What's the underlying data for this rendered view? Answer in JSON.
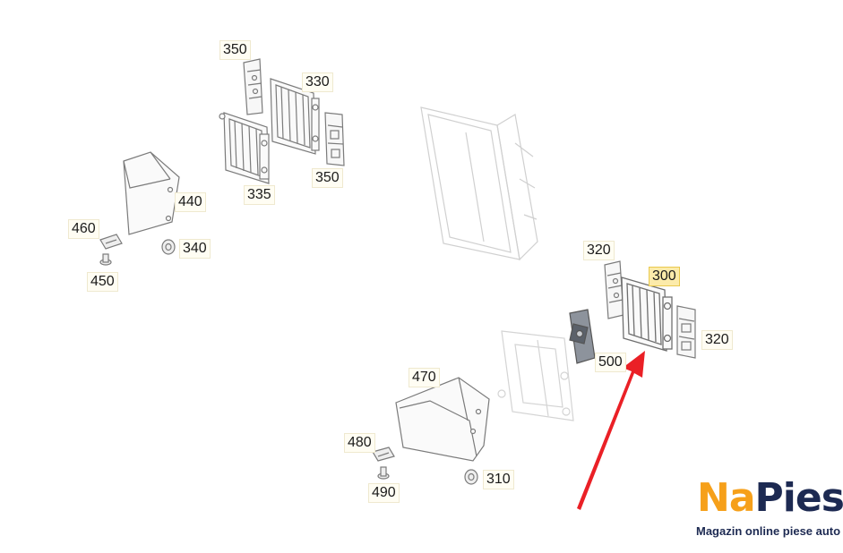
{
  "labels": {
    "l350a": "350",
    "l330": "330",
    "l335": "335",
    "l350b": "350",
    "l440": "440",
    "l460": "460",
    "l340": "340",
    "l450": "450",
    "l320a": "320",
    "l300": "300",
    "l320b": "320",
    "l500": "500",
    "l470": "470",
    "l480": "480",
    "l310": "310",
    "l490": "490"
  },
  "logo": {
    "na": "Na",
    "piesa": "Piesa",
    "tagline": "Magazin online piese auto"
  },
  "colors": {
    "line": "#7b7b7b",
    "faint_line": "#cfcfcf",
    "arrow": "#ea2026",
    "highlight": "#fcebaa",
    "logo_orange": "#f6a01a",
    "logo_navy": "#1d2a52"
  }
}
